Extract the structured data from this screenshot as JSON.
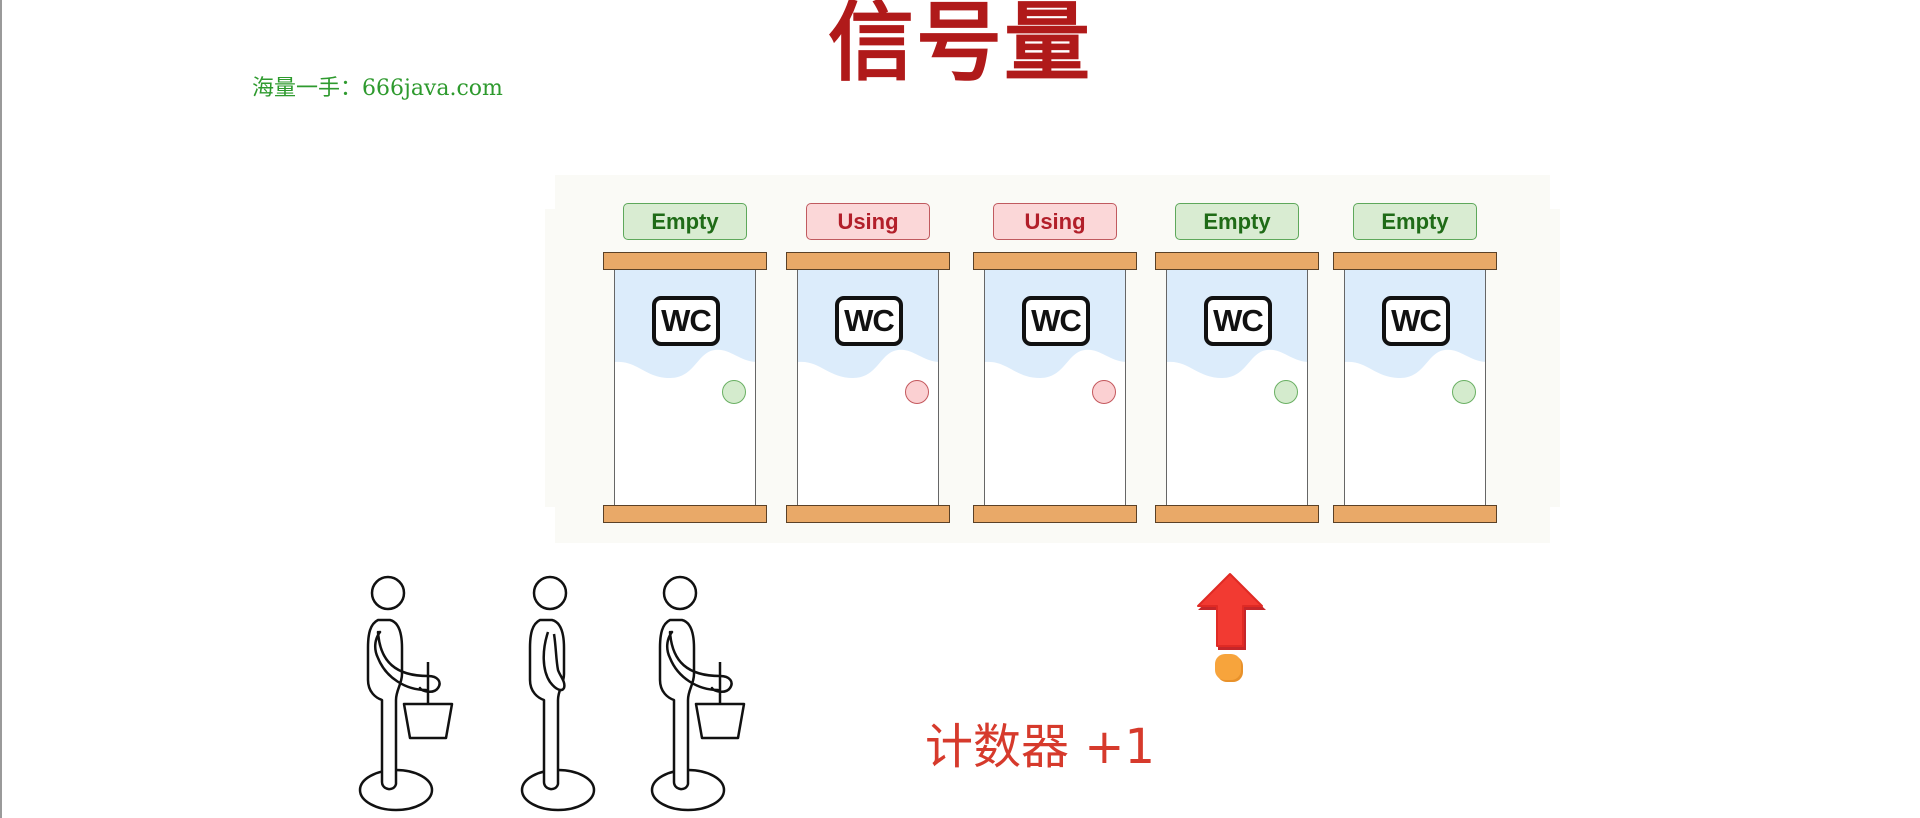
{
  "title": "信号量",
  "watermark": "海量一手：666java.com",
  "stalls": [
    {
      "status": "Empty",
      "state": "empty",
      "badge": "WC"
    },
    {
      "status": "Using",
      "state": "using",
      "badge": "WC"
    },
    {
      "status": "Using",
      "state": "using",
      "badge": "WC"
    },
    {
      "status": "Empty",
      "state": "empty",
      "badge": "WC"
    },
    {
      "status": "Empty",
      "state": "empty",
      "badge": "WC"
    }
  ],
  "people": [
    {
      "holds_bucket": true
    },
    {
      "holds_bucket": false
    },
    {
      "holds_bucket": true
    }
  ],
  "counter_label": "计数器 +1",
  "icons": {
    "arrow": "up-arrow-icon",
    "person": "person-icon",
    "bucket": "bucket-icon"
  },
  "colors": {
    "title": "#b01a1a",
    "watermark": "#2e9a2e",
    "counter": "#d63a2c",
    "empty": "#1f6b17",
    "using": "#b21f2a",
    "arrow": "#f23a32"
  }
}
